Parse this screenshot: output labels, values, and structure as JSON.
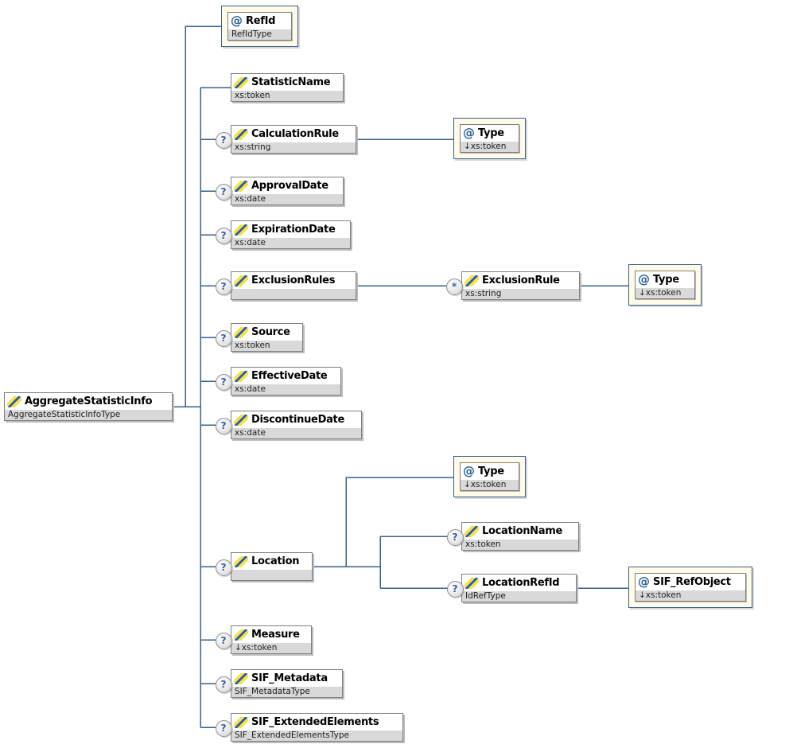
{
  "diagram": {
    "description": "XML schema diagram for AggregateStatisticInfo",
    "nodes": [
      {
        "id": "aggregate-statistic-info",
        "label": "AggregateStatisticInfo",
        "subtitle": "AggregateStatisticInfoType",
        "kind": "element",
        "occurrence": null
      },
      {
        "id": "refid",
        "label": "RefId",
        "subtitle": "RefIdType",
        "kind": "attribute",
        "occurrence": null
      },
      {
        "id": "statistic-name",
        "label": "StatisticName",
        "subtitle": "xs:token",
        "kind": "element",
        "occurrence": null
      },
      {
        "id": "calculation-rule",
        "label": "CalculationRule",
        "subtitle": "xs:string",
        "kind": "element",
        "occurrence": "?"
      },
      {
        "id": "calculation-rule-type",
        "label": "Type",
        "subtitle": "↓xs:token",
        "kind": "attribute",
        "occurrence": null
      },
      {
        "id": "approval-date",
        "label": "ApprovalDate",
        "subtitle": "xs:date",
        "kind": "element",
        "occurrence": "?"
      },
      {
        "id": "expiration-date",
        "label": "ExpirationDate",
        "subtitle": "xs:date",
        "kind": "element",
        "occurrence": "?"
      },
      {
        "id": "exclusion-rules",
        "label": "ExclusionRules",
        "subtitle": "",
        "kind": "element",
        "occurrence": "?"
      },
      {
        "id": "exclusion-rule",
        "label": "ExclusionRule",
        "subtitle": "xs:string",
        "kind": "element",
        "occurrence": "*"
      },
      {
        "id": "exclusion-rule-type",
        "label": "Type",
        "subtitle": "↓xs:token",
        "kind": "attribute",
        "occurrence": null
      },
      {
        "id": "source",
        "label": "Source",
        "subtitle": "xs:token",
        "kind": "element",
        "occurrence": "?"
      },
      {
        "id": "effective-date",
        "label": "EffectiveDate",
        "subtitle": "xs:date",
        "kind": "element",
        "occurrence": "?"
      },
      {
        "id": "discontinue-date",
        "label": "DiscontinueDate",
        "subtitle": "xs:date",
        "kind": "element",
        "occurrence": "?"
      },
      {
        "id": "location",
        "label": "Location",
        "subtitle": "",
        "kind": "element",
        "occurrence": "?"
      },
      {
        "id": "location-type",
        "label": "Type",
        "subtitle": "↓xs:token",
        "kind": "attribute",
        "occurrence": null
      },
      {
        "id": "location-name",
        "label": "LocationName",
        "subtitle": "xs:token",
        "kind": "element",
        "occurrence": "?"
      },
      {
        "id": "location-refid",
        "label": "LocationRefId",
        "subtitle": "IdRefType",
        "kind": "element",
        "occurrence": "?"
      },
      {
        "id": "sif-refobject",
        "label": "SIF_RefObject",
        "subtitle": "↓xs:token",
        "kind": "attribute",
        "occurrence": null
      },
      {
        "id": "measure",
        "label": "Measure",
        "subtitle": "↓xs:token",
        "kind": "element",
        "occurrence": "?"
      },
      {
        "id": "sif-metadata",
        "label": "SIF_Metadata",
        "subtitle": "SIF_MetadataType",
        "kind": "element",
        "occurrence": "?"
      },
      {
        "id": "sif-extended-elements",
        "label": "SIF_ExtendedElements",
        "subtitle": "SIF_ExtendedElementsType",
        "kind": "element",
        "occurrence": "?"
      }
    ],
    "connections": [
      {
        "from": "aggregate-statistic-info",
        "to": "refid"
      },
      {
        "from": "aggregate-statistic-info",
        "to": "statistic-name"
      },
      {
        "from": "aggregate-statistic-info",
        "to": "calculation-rule"
      },
      {
        "from": "calculation-rule",
        "to": "calculation-rule-type"
      },
      {
        "from": "aggregate-statistic-info",
        "to": "approval-date"
      },
      {
        "from": "aggregate-statistic-info",
        "to": "expiration-date"
      },
      {
        "from": "aggregate-statistic-info",
        "to": "exclusion-rules"
      },
      {
        "from": "exclusion-rules",
        "to": "exclusion-rule"
      },
      {
        "from": "exclusion-rule",
        "to": "exclusion-rule-type"
      },
      {
        "from": "aggregate-statistic-info",
        "to": "source"
      },
      {
        "from": "aggregate-statistic-info",
        "to": "effective-date"
      },
      {
        "from": "aggregate-statistic-info",
        "to": "discontinue-date"
      },
      {
        "from": "aggregate-statistic-info",
        "to": "location"
      },
      {
        "from": "location",
        "to": "location-type"
      },
      {
        "from": "location",
        "to": "location-name"
      },
      {
        "from": "location",
        "to": "location-refid"
      },
      {
        "from": "location-refid",
        "to": "sif-refobject"
      },
      {
        "from": "aggregate-statistic-info",
        "to": "measure"
      },
      {
        "from": "aggregate-statistic-info",
        "to": "sif-metadata"
      },
      {
        "from": "aggregate-statistic-info",
        "to": "sif-extended-elements"
      }
    ]
  },
  "icons": {
    "attribute_glyph": "@",
    "element_icon": "diagonal-striped-diamond"
  },
  "colors": {
    "line": "#33638f",
    "attribute_bg": "#fffbe7",
    "attribute_border": "#35618c",
    "box_border": "#7f7f7f",
    "type_strip": "#d9d9d9",
    "icon_yellow": "#ffe02e",
    "icon_blue": "#2d5f92",
    "occurrence_text": "#3465a4"
  }
}
